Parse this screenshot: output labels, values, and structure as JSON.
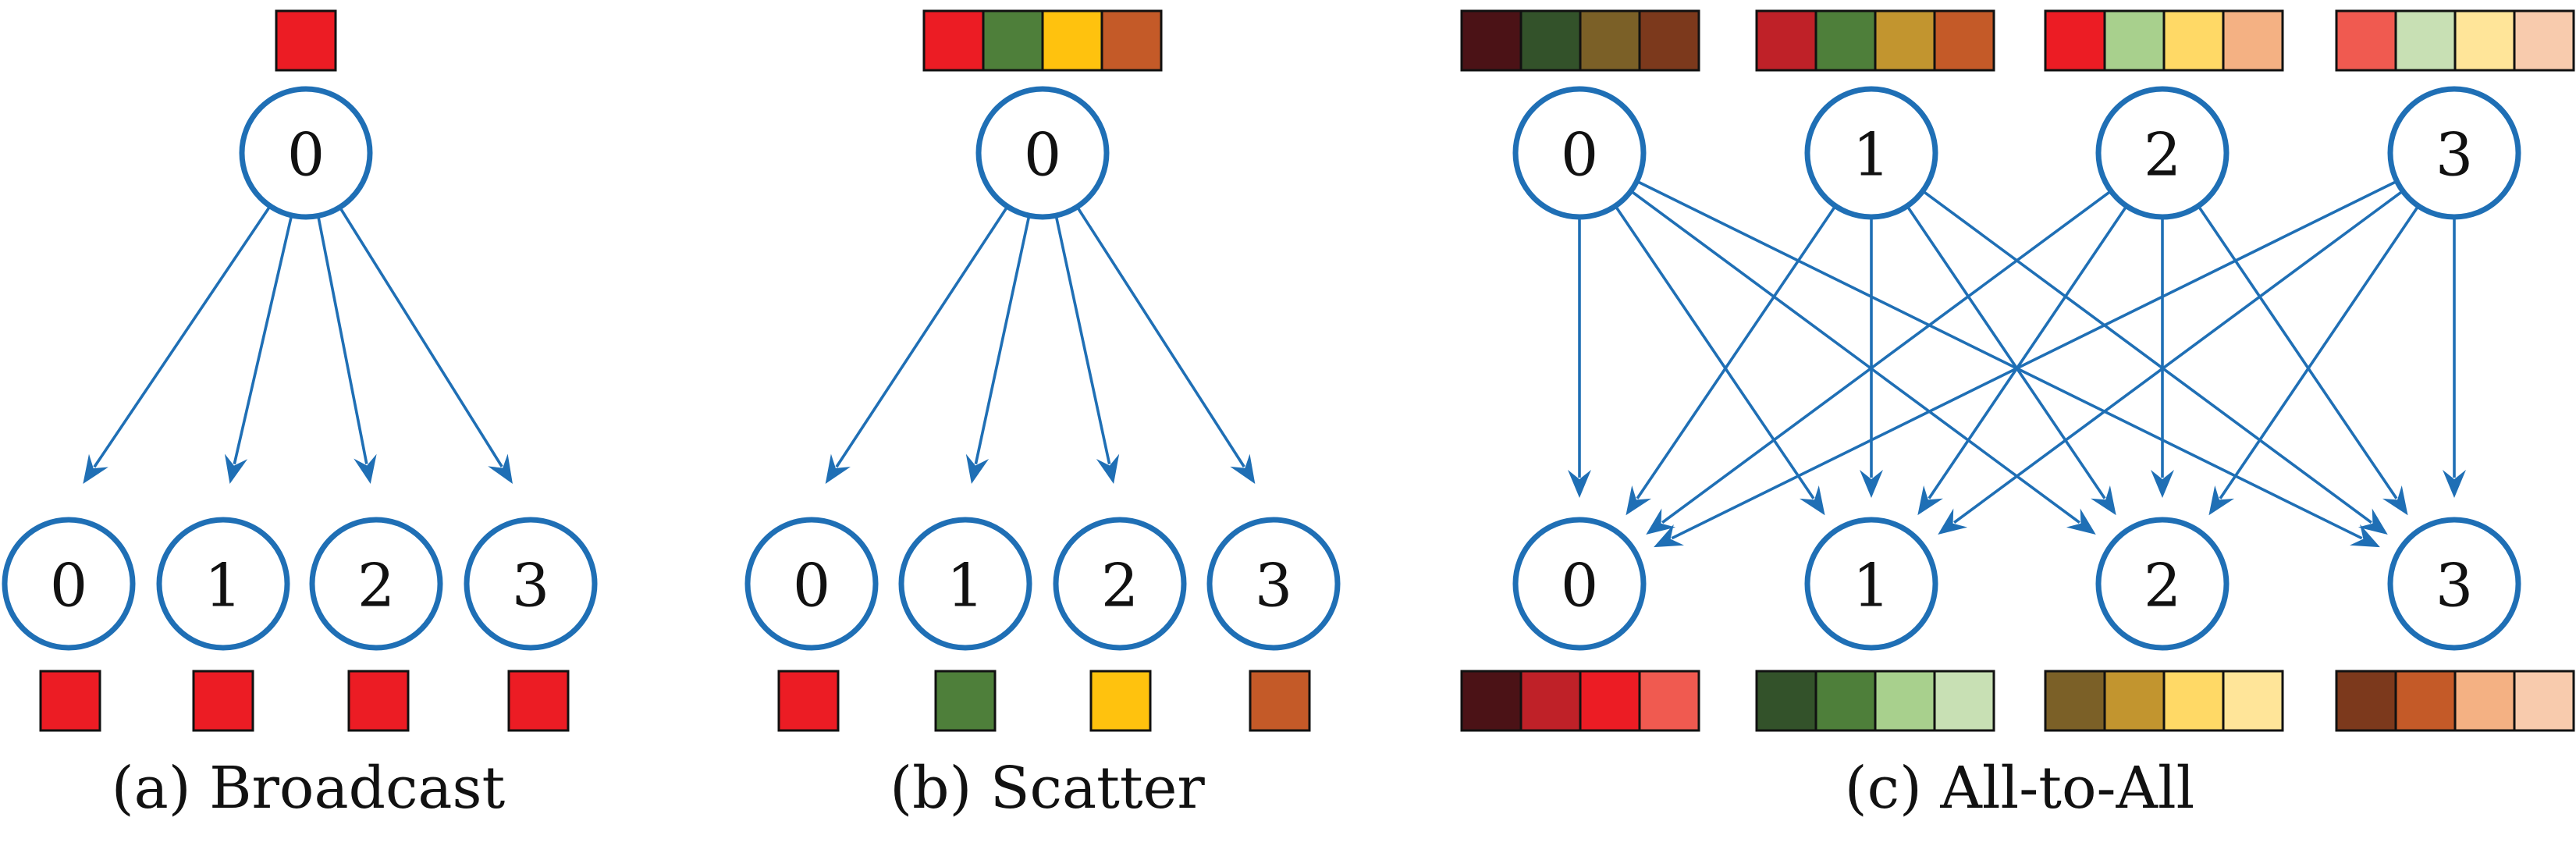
{
  "colors": {
    "edge": "#1f6fb5",
    "node_stroke": "#1f6fb5",
    "node_fill": "#ffffff",
    "cell_stroke": "#111111",
    "text": "#111111"
  },
  "panels": [
    {
      "id": "broadcast",
      "caption": "(a) Broadcast",
      "sources": [
        {
          "label": "0",
          "buffer": [
            "#ec1c24"
          ]
        }
      ],
      "targets": [
        {
          "label": "0",
          "buffer": [
            "#ec1c24"
          ]
        },
        {
          "label": "1",
          "buffer": [
            "#ec1c24"
          ]
        },
        {
          "label": "2",
          "buffer": [
            "#ec1c24"
          ]
        },
        {
          "label": "3",
          "buffer": [
            "#ec1c24"
          ]
        }
      ],
      "edges": [
        [
          0,
          0
        ],
        [
          0,
          1
        ],
        [
          0,
          2
        ],
        [
          0,
          3
        ]
      ]
    },
    {
      "id": "scatter",
      "caption": "(b) Scatter",
      "sources": [
        {
          "label": "0",
          "buffer": [
            "#ec1c24",
            "#4e7f3a",
            "#ffc20e",
            "#c45a28"
          ]
        }
      ],
      "targets": [
        {
          "label": "0",
          "buffer": [
            "#ec1c24"
          ]
        },
        {
          "label": "1",
          "buffer": [
            "#4e7f3a"
          ]
        },
        {
          "label": "2",
          "buffer": [
            "#ffc20e"
          ]
        },
        {
          "label": "3",
          "buffer": [
            "#c45a28"
          ]
        }
      ],
      "edges": [
        [
          0,
          0
        ],
        [
          0,
          1
        ],
        [
          0,
          2
        ],
        [
          0,
          3
        ]
      ]
    },
    {
      "id": "all-to-all",
      "caption": "(c) All-to-All",
      "sources": [
        {
          "label": "0",
          "buffer": [
            "#4b1216",
            "#33522a",
            "#7b6027",
            "#7c391c"
          ]
        },
        {
          "label": "1",
          "buffer": [
            "#bf2128",
            "#4e7f3a",
            "#c2952f",
            "#c45a28"
          ]
        },
        {
          "label": "2",
          "buffer": [
            "#ec1c24",
            "#a8d08d",
            "#ffd966",
            "#f4b183"
          ]
        },
        {
          "label": "3",
          "buffer": [
            "#f05a50",
            "#c8e0b4",
            "#ffe599",
            "#f8cbad"
          ]
        }
      ],
      "targets": [
        {
          "label": "0",
          "buffer": [
            "#4b1216",
            "#bf2128",
            "#ec1c24",
            "#f05a50"
          ]
        },
        {
          "label": "1",
          "buffer": [
            "#33522a",
            "#4e7f3a",
            "#a8d08d",
            "#c8e0b4"
          ]
        },
        {
          "label": "2",
          "buffer": [
            "#7b6027",
            "#c2952f",
            "#ffd966",
            "#ffe599"
          ]
        },
        {
          "label": "3",
          "buffer": [
            "#7c391c",
            "#c45a28",
            "#f4b183",
            "#f8cbad"
          ]
        }
      ],
      "edges": [
        [
          0,
          0
        ],
        [
          0,
          1
        ],
        [
          0,
          2
        ],
        [
          0,
          3
        ],
        [
          1,
          0
        ],
        [
          1,
          1
        ],
        [
          1,
          2
        ],
        [
          1,
          3
        ],
        [
          2,
          0
        ],
        [
          2,
          1
        ],
        [
          2,
          2
        ],
        [
          2,
          3
        ],
        [
          3,
          0
        ],
        [
          3,
          1
        ],
        [
          3,
          2
        ],
        [
          3,
          3
        ]
      ]
    }
  ]
}
